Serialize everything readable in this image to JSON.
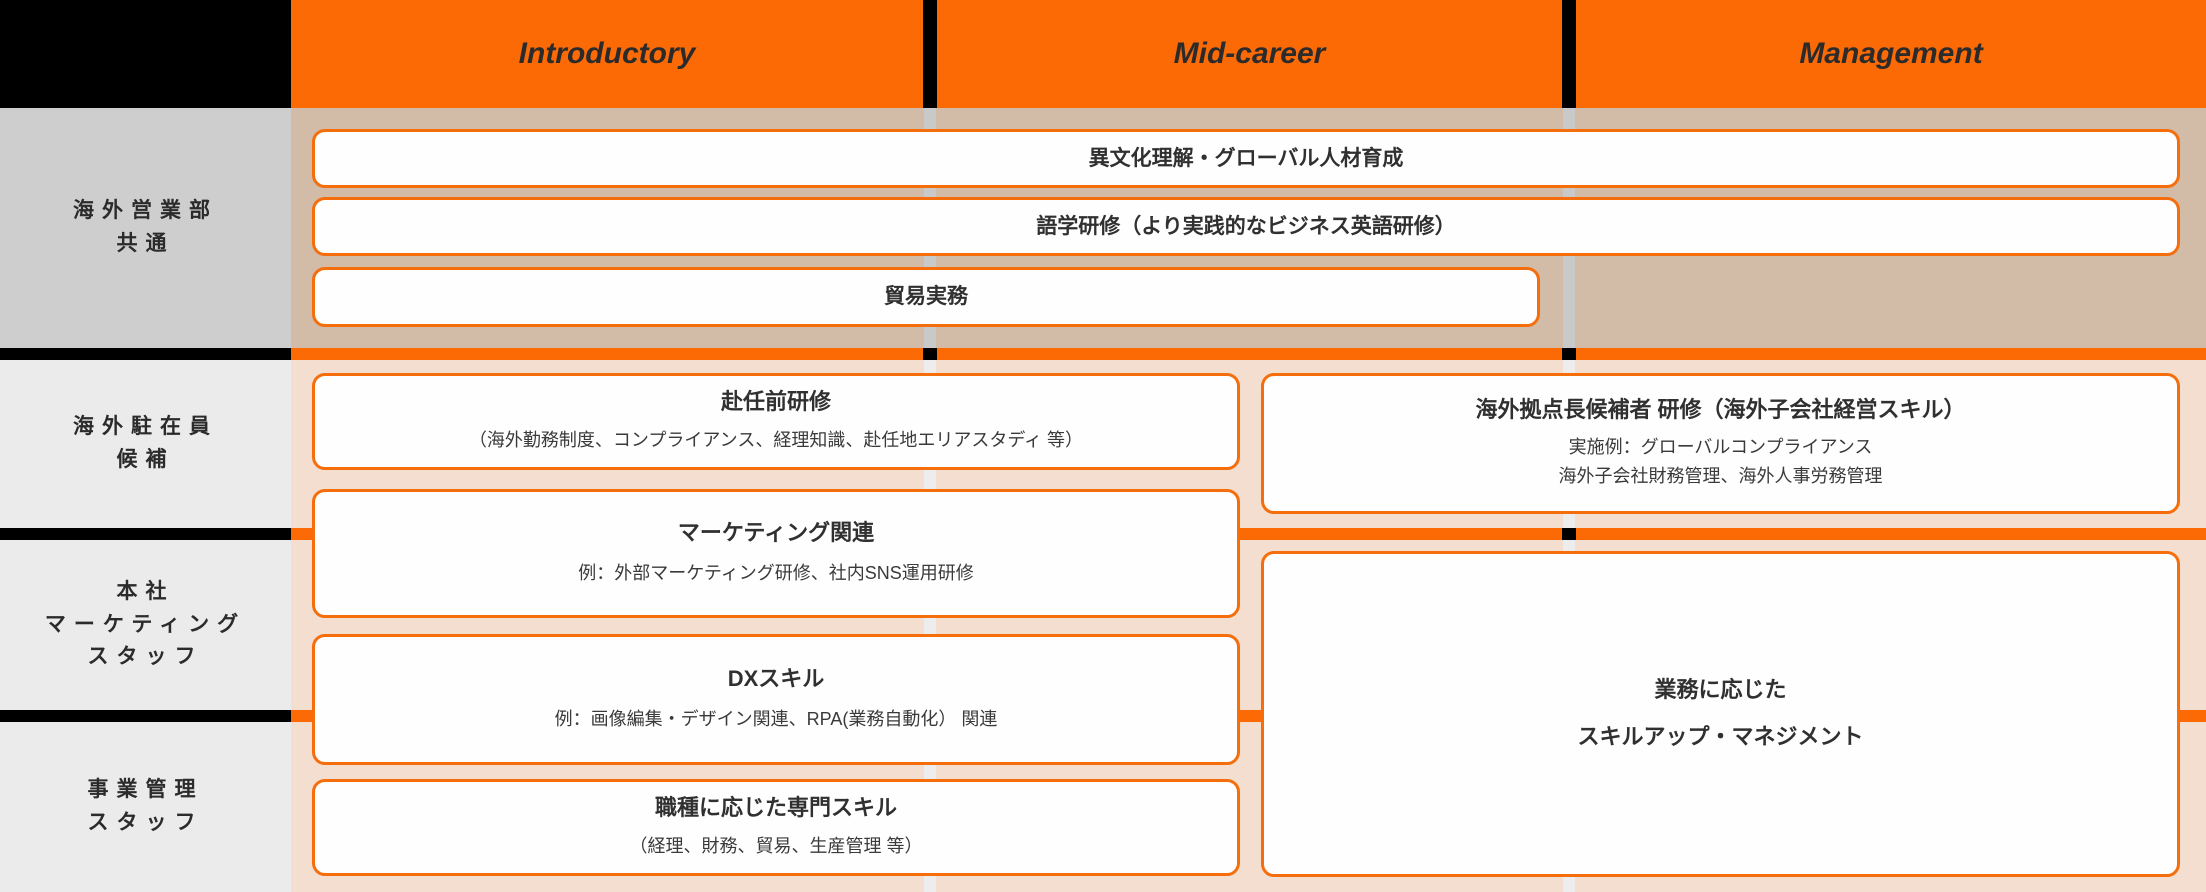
{
  "header": {
    "columns": [
      {
        "label": "Introductory"
      },
      {
        "label": "Mid-career"
      },
      {
        "label": "Management"
      }
    ]
  },
  "sidebar": {
    "rows": [
      {
        "lines": [
          "海外営業部",
          "共通"
        ]
      },
      {
        "lines": [
          "海外駐在員",
          "候補"
        ]
      },
      {
        "lines": [
          "本社",
          "マーケティング",
          "スタッフ"
        ]
      },
      {
        "lines": [
          "事業管理",
          "スタッフ"
        ]
      }
    ]
  },
  "boxes": {
    "cross_cultural": {
      "title": "異文化理解・グローバル人材育成"
    },
    "language": {
      "title": "語学研修（より実践的なビジネス英語研修）"
    },
    "trade": {
      "title": "貿易実務"
    },
    "pre_assignment": {
      "title": "赴任前研修",
      "sub1": "（海外勤務制度、コンプライアンス、経理知識、赴任地エリアスタディ 等）"
    },
    "marketing": {
      "title": "マーケティング関連",
      "sub1": "例：外部マーケティング研修、社内SNS運用研修"
    },
    "dx": {
      "title": "DXスキル",
      "sub1": "例：画像編集・デザイン関連、RPA(業務自動化） 関連"
    },
    "specialty": {
      "title": "職種に応じた専門スキル",
      "sub1": "（経理、財務、貿易、生産管理 等）"
    },
    "site_manager": {
      "title": "海外拠点長候補者 研修（海外子会社経営スキル）",
      "sub1": "実施例：グローバルコンプライアンス",
      "sub2": "海外子会社財務管理、海外人事労務管理"
    },
    "skillup": {
      "line1": "業務に応じた",
      "line2": "スキルアップ・マネジメント"
    }
  },
  "colors": {
    "accent_orange": "#FC6A06",
    "box_border_orange": "#F56E0B",
    "row1_content_bg": "#D2BBA7",
    "content_bg": "#F4DECF",
    "sidebar_row1_bg": "#CECECE",
    "sidebar_rows_bg": "#EBEBEB",
    "separator_black": "#000000",
    "vline_row1": "#C9C9C9",
    "vline_rows": "#EDEDED",
    "box_bg": "#FEFEFE",
    "text_dark": "#2b2b2b"
  }
}
